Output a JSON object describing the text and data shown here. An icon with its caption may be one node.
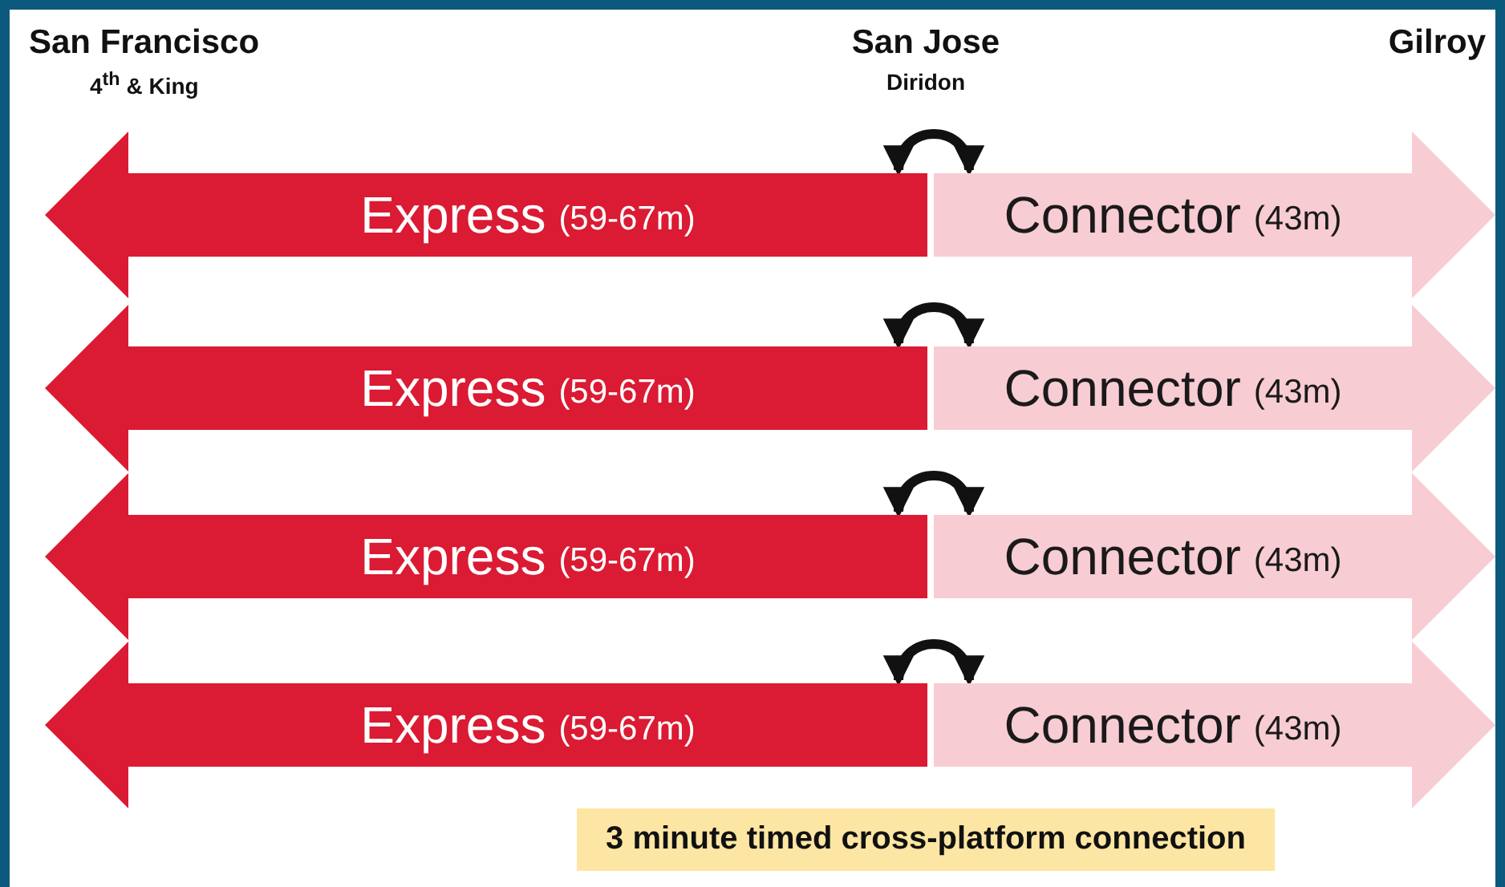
{
  "diagram": {
    "nodes": [
      {
        "text": [
          "Express",
          "(59-67m)"
        ]
      },
      {
        "text": [
          "Connector",
          "(43m)"
        ]
      },
      {
        "text": [
          "Express",
          "(59-67m)"
        ]
      },
      {
        "text": [
          "Connector",
          "(43m)"
        ]
      },
      {
        "text": [
          "Express",
          "(59-67m)"
        ]
      },
      {
        "text": [
          "Connector",
          "(43m)"
        ]
      },
      {
        "text": [
          "Express",
          "(59-67m)"
        ]
      },
      {
        "text": [
          "Connector",
          "(43m)"
        ]
      }
    ],
    "edges": [
      {
        "from": 0,
        "to": 1,
        "arrow": "both"
      },
      {
        "from": 2,
        "to": 3,
        "arrow": "both"
      },
      {
        "from": 4,
        "to": 5,
        "arrow": "both"
      },
      {
        "from": 6,
        "to": 7,
        "arrow": "both"
      }
    ],
    "labels": [
      "San Francisco",
      "4$^{th}$ & King",
      "San Jose",
      "Diridon",
      "Gilroy",
      "3 minute timed cross-platform connection"
    ]
  }
}
